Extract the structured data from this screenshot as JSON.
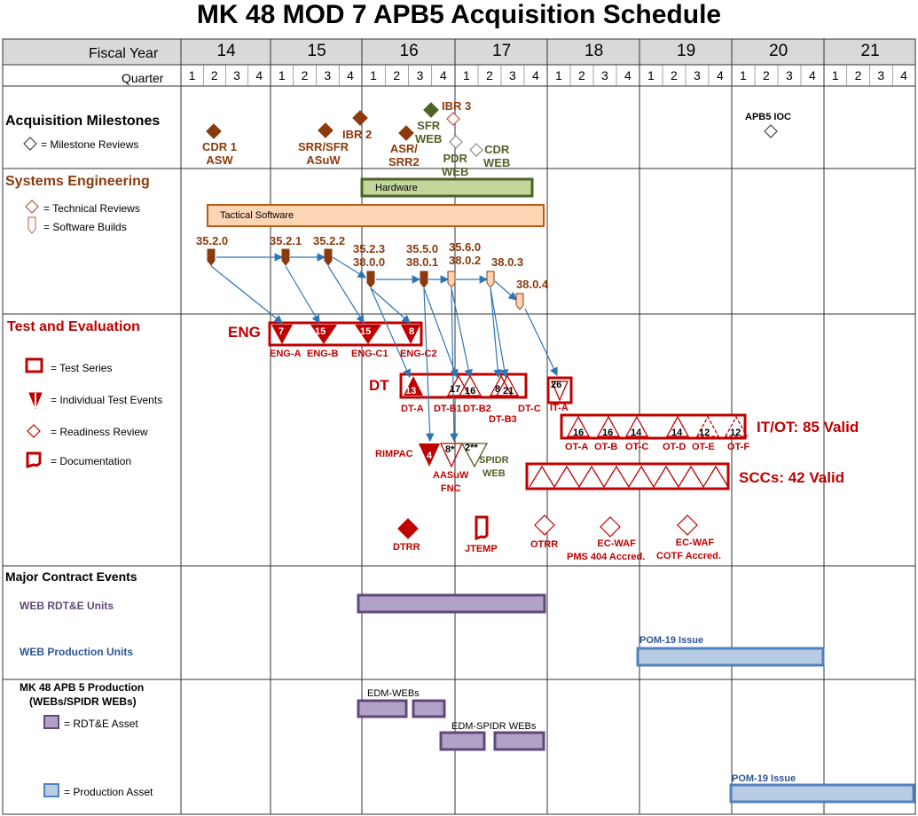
{
  "title": "MK 48 MOD 7 APB5 Acquisition Schedule",
  "header": {
    "fiscal_year_label": "Fiscal Year",
    "quarter_label": "Quarter",
    "years": [
      "14",
      "15",
      "16",
      "17",
      "18",
      "19",
      "20",
      "21"
    ],
    "quarters": [
      "1",
      "2",
      "3",
      "4"
    ]
  },
  "sections": {
    "acq": "Acquisition Milestones",
    "acq_legend": "= Milestone Reviews",
    "se": "Systems Engineering",
    "se_legend_1": "= Technical Reviews",
    "se_legend_2": "= Software Builds",
    "te": "Test and Evaluation",
    "te_legend_1": "= Test Series",
    "te_legend_2": "= Individual Test Events",
    "te_legend_3": "= Readiness Review",
    "te_legend_4": "= Documentation",
    "mce": "Major Contract Events",
    "mce_1": "WEB RDT&E  Units",
    "mce_2": "WEB Production  Units",
    "prod": "MK 48 APB  5 Production",
    "prod_sub": "(WEBs/SPIDR WEBs)",
    "prod_legend_1": "= RDT&E Asset",
    "prod_legend_2": "= Production Asset"
  },
  "milestones": {
    "cdr1": "CDR 1",
    "cdr1b": "ASW",
    "srr": "SRR/SFR",
    "srrb": "ASuW",
    "ibr2": "IBR 2",
    "asr": "ASR/",
    "asrb": "SRR2",
    "ibr3": "IBR 3",
    "sfr": "SFR",
    "sfrb": "WEB",
    "pdr": "PDR",
    "pdrb": "WEB",
    "cdr": "CDR",
    "cdrb": "WEB",
    "ioc": "APB5 IOC"
  },
  "bars": {
    "hardware": "Hardware",
    "software": "Tactical Software"
  },
  "builds": [
    "35.2.0",
    "35.2.1",
    "35.2.2",
    "35.2.3",
    "38.0.0",
    "35.5.0",
    "38.0.1",
    "35.6.0",
    "38.0.2",
    "38.0.3",
    "38.0.4"
  ],
  "te": {
    "eng": "ENG",
    "eng_nums": [
      "7",
      "15",
      "15",
      "8"
    ],
    "eng_labels": [
      "ENG-A",
      "ENG-B",
      "ENG-C1",
      "ENG-C2"
    ],
    "dt": "DT",
    "dt_nums": [
      "13",
      "17",
      "16",
      "8",
      "21"
    ],
    "dt_labels": [
      "DT-A",
      "DT-B1",
      "DT-B2",
      "DT-B3",
      "DT-C"
    ],
    "ita_num": "26",
    "ita": "IT-A",
    "itot_nums": [
      "16",
      "16",
      "14",
      "14",
      "12",
      "12"
    ],
    "itot_labels": [
      "OT-A",
      "OT-B",
      "OT-C",
      "OT-D",
      "OT-E",
      "OT-F"
    ],
    "itot_title": "IT/OT: 85 Valid",
    "sccs": "SCCs: 42 Valid",
    "rimpac": "RIMPAC",
    "rimpac_num": "4",
    "aasuw_num": "8*",
    "spidr_num": "2**",
    "aasuw": "AASuW",
    "fnc": "FNC",
    "spidr": "SPIDR",
    "spidr_b": "WEB",
    "dtrr": "DTRR",
    "jtemp": "JTEMP",
    "otrr": "OTRR",
    "ecwaf1": "EC-WAF",
    "ecwaf1b": "PMS 404 Accred.",
    "ecwaf2": "EC-WAF",
    "ecwaf2b": "COTF Accred."
  },
  "contract": {
    "pom1": "POM-19 Issue",
    "edm_webs": "EDM-WEBs",
    "edm_spidr": "EDM-SPIDR WEBs",
    "pom2": "POM-19  Issue"
  },
  "colors": {
    "brown": "#8a3a0d",
    "green": "#4f6228",
    "red": "#c00000",
    "blue_text": "#2e5597",
    "purple_fill": "#b3a2c7",
    "purple_edge": "#60497a",
    "blue_fill": "#b8cce4",
    "blue_edge": "#4f81bd",
    "hw_fill": "#c3d69b",
    "sw_fill": "#fcd5b5",
    "arrow": "#2e75b6"
  }
}
